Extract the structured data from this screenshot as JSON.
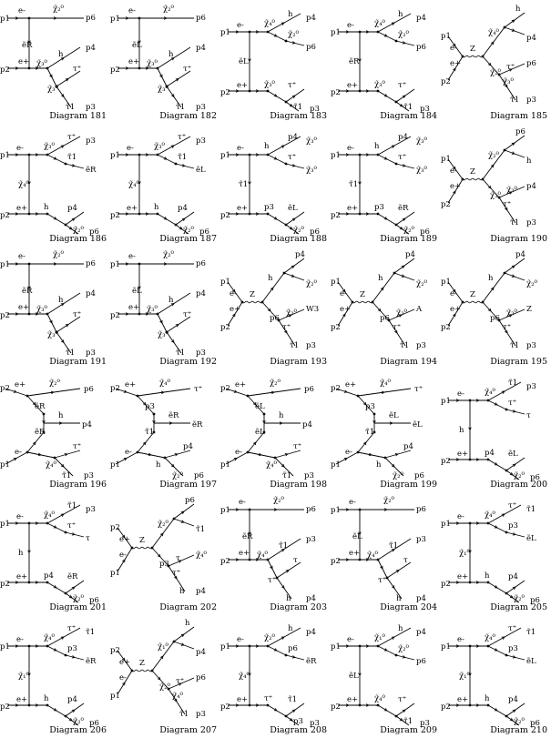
{
  "diagrams": [
    {
      "caption": "Diagram 181",
      "labels": [
        "p1",
        "p2",
        "e-",
        "e+",
        "χ̃₂⁰",
        "p6",
        "ẽR",
        "χ̃₃⁰",
        "h",
        "p4",
        "χ̃₃⁰",
        "τ⁺",
        "τ̃1",
        "p3"
      ]
    },
    {
      "caption": "Diagram 182",
      "labels": [
        "p1",
        "p2",
        "e-",
        "e+",
        "χ̃₂⁰",
        "p6",
        "ẽL",
        "χ̃₃⁰",
        "h",
        "p4",
        "χ̃₃⁰",
        "τ⁺",
        "τ̃1",
        "p3"
      ]
    },
    {
      "caption": "Diagram 183",
      "labels": [
        "p1",
        "p2",
        "e-",
        "e+",
        "χ̃₄⁰",
        "h",
        "p4",
        "χ̃₂⁰",
        "p6",
        "ẽL",
        "χ̃₃⁰",
        "τ⁺",
        "τ̃1",
        "p3"
      ]
    },
    {
      "caption": "Diagram 184",
      "labels": [
        "p1",
        "p2",
        "e-",
        "e+",
        "χ̃₄⁰",
        "h",
        "p4",
        "χ̃₂⁰",
        "p6",
        "ẽR",
        "χ̃₃⁰",
        "τ⁺",
        "τ̃1",
        "p3"
      ]
    },
    {
      "caption": "Diagram 185",
      "labels": [
        "p1",
        "p2",
        "e-",
        "e+",
        "Z",
        "χ̃₄⁰",
        "h",
        "p4",
        "χ̃₂⁰",
        "p6",
        "χ̃₃⁰",
        "τ⁺",
        "τ̃1",
        "p3"
      ]
    },
    {
      "caption": "Diagram 186",
      "labels": [
        "p1",
        "p2",
        "e-",
        "e+",
        "χ̃₃⁰",
        "τ⁺",
        "p3",
        "τ̃1",
        "ẽR",
        "χ̃₄⁰",
        "h",
        "p4",
        "χ̃₂⁰",
        "p6"
      ]
    },
    {
      "caption": "Diagram 187",
      "labels": [
        "p1",
        "p2",
        "e-",
        "e+",
        "χ̃₃⁰",
        "τ⁺",
        "p3",
        "τ̃1",
        "ẽL",
        "χ̃₄⁰",
        "h",
        "p4",
        "χ̃₂⁰",
        "p6"
      ]
    },
    {
      "caption": "Diagram 188",
      "labels": [
        "p1",
        "p2",
        "e-",
        "e+",
        "h",
        "p4",
        "χ̃₃⁰",
        "τ⁺",
        "χ̃₃⁰",
        "τ̃1",
        "p3",
        "ẽL",
        "χ̃₂⁰",
        "p6"
      ]
    },
    {
      "caption": "Diagram 189",
      "labels": [
        "p1",
        "p2",
        "e-",
        "e+",
        "h",
        "p4",
        "χ̃₃⁰",
        "τ⁺",
        "χ̃₃⁰",
        "τ̃1",
        "p3",
        "ẽR",
        "χ̃₂⁰",
        "p6"
      ]
    },
    {
      "caption": "Diagram 190",
      "labels": [
        "p1",
        "p2",
        "e-",
        "e+",
        "Z",
        "χ̃₂⁰",
        "p6",
        "h",
        "χ̃₃⁰",
        "p4",
        "τ⁺",
        "χ̃₃⁰",
        "τ̃1",
        "p3"
      ]
    },
    {
      "caption": "Diagram 191",
      "labels": [
        "p1",
        "p2",
        "e-",
        "e+",
        "χ̃₂⁰",
        "p6",
        "ẽR",
        "χ̃₃⁰",
        "h",
        "p4",
        "χ̃₃⁰",
        "τ⁺",
        "τ̃1",
        "p3"
      ]
    },
    {
      "caption": "Diagram 192",
      "labels": [
        "p1",
        "p2",
        "e-",
        "e+",
        "χ̃₂⁰",
        "p6",
        "ẽL",
        "χ̃₃⁰",
        "h",
        "p4",
        "χ̃₃⁰",
        "τ⁺",
        "τ̃1",
        "p3"
      ]
    },
    {
      "caption": "Diagram 193",
      "labels": [
        "p1",
        "p2",
        "e-",
        "e+",
        "Z",
        "h",
        "p4",
        "χ̃₂⁰",
        "p6",
        "W3",
        "τ⁺",
        "χ̃₃⁰",
        "τ̃1",
        "p3"
      ]
    },
    {
      "caption": "Diagram 194",
      "labels": [
        "p1",
        "p2",
        "e-",
        "e+",
        "Z",
        "h",
        "p4",
        "χ̃₂⁰",
        "p6",
        "A",
        "τ⁺",
        "χ̃₃⁰",
        "τ̃1",
        "p3"
      ]
    },
    {
      "caption": "Diagram 195",
      "labels": [
        "p1",
        "p2",
        "e-",
        "e+",
        "Z",
        "h",
        "p4",
        "χ̃₂⁰",
        "p6",
        "Z",
        "τ⁺",
        "χ̃₃⁰",
        "τ̃1",
        "p3"
      ]
    },
    {
      "caption": "Diagram 196",
      "labels": [
        "p2",
        "p1",
        "e+",
        "e-",
        "χ̃₂⁰",
        "p6",
        "ẽR",
        "ẽR",
        "h",
        "p4",
        "χ̃₄⁰",
        "τ⁺",
        "τ̃1",
        "p3"
      ]
    },
    {
      "caption": "Diagram 197",
      "labels": [
        "p2",
        "p1",
        "e+",
        "e-",
        "χ̃₄⁰",
        "τ⁺",
        "p3",
        "τ̃1",
        "ẽR",
        "ẽR",
        "h",
        "p4",
        "χ̃₂⁰",
        "p6"
      ]
    },
    {
      "caption": "Diagram 198",
      "labels": [
        "p2",
        "p1",
        "e+",
        "e-",
        "χ̃₂⁰",
        "p6",
        "ẽL",
        "ẽL",
        "h",
        "p4",
        "χ̃₄⁰",
        "τ⁺",
        "τ̃1",
        "p3"
      ]
    },
    {
      "caption": "Diagram 199",
      "labels": [
        "p2",
        "p1",
        "e+",
        "e-",
        "χ̃₄⁰",
        "τ⁺",
        "p3",
        "τ̃1",
        "ẽL",
        "ẽL",
        "h",
        "p4",
        "χ̃₂⁰",
        "p6"
      ]
    },
    {
      "caption": "Diagram 200",
      "labels": [
        "p1",
        "p2",
        "e-",
        "e+",
        "χ̃₄⁰",
        "τ̃1",
        "p3",
        "τ⁺",
        "τ",
        "h",
        "p4",
        "ẽL",
        "χ̃₂⁰",
        "p6"
      ]
    },
    {
      "caption": "Diagram 201",
      "labels": [
        "p1",
        "p2",
        "e-",
        "e+",
        "χ̃₄⁰",
        "τ̃1",
        "p3",
        "τ⁺",
        "τ",
        "h",
        "p4",
        "ẽR",
        "χ̃₂⁰",
        "p6"
      ]
    },
    {
      "caption": "Diagram 202",
      "labels": [
        "p2",
        "p1",
        "e+",
        "e-",
        "Z",
        "χ̃₂⁰",
        "p6",
        "τ̃1",
        "p3",
        "χ̃₄⁰",
        "τ⁺",
        "τ",
        "h",
        "p4"
      ]
    },
    {
      "caption": "Diagram 203",
      "labels": [
        "p1",
        "p2",
        "e-",
        "e+",
        "χ̃₂⁰",
        "p6",
        "ẽR",
        "χ̃₄⁰",
        "τ̃1",
        "p3",
        "τ⁺",
        "τ",
        "h",
        "p4"
      ]
    },
    {
      "caption": "Diagram 204",
      "labels": [
        "p1",
        "p2",
        "e-",
        "e+",
        "χ̃₂⁰",
        "p6",
        "ẽL",
        "χ̃₄⁰",
        "τ̃1",
        "p3",
        "τ⁺",
        "τ",
        "h",
        "p4"
      ]
    },
    {
      "caption": "Diagram 205",
      "labels": [
        "p1",
        "p2",
        "e-",
        "e+",
        "χ̃₄⁰",
        "τ⁺",
        "τ̃1",
        "p3",
        "ẽL",
        "χ̃₁⁰",
        "h",
        "p4",
        "χ̃₂⁰",
        "p6"
      ]
    },
    {
      "caption": "Diagram 206",
      "labels": [
        "p1",
        "p2",
        "e-",
        "e+",
        "χ̃₄⁰",
        "τ⁺",
        "τ̃1",
        "p3",
        "ẽR",
        "χ̃₁⁰",
        "h",
        "p4",
        "χ̃₂⁰",
        "p6"
      ]
    },
    {
      "caption": "Diagram 207",
      "labels": [
        "p2",
        "p1",
        "e+",
        "e-",
        "Z",
        "χ̃₁⁰",
        "h",
        "p4",
        "χ̃₂⁰",
        "p6",
        "χ̃₄⁰",
        "τ⁺",
        "τ̃1",
        "p3"
      ]
    },
    {
      "caption": "Diagram 208",
      "labels": [
        "p1",
        "p2",
        "e-",
        "e+",
        "χ̃₂⁰",
        "h",
        "p4",
        "p6",
        "ẽR",
        "χ̃₄⁰",
        "τ⁺",
        "τ̃1",
        "p3",
        "p3"
      ]
    },
    {
      "caption": "Diagram 209",
      "labels": [
        "p1",
        "p2",
        "e-",
        "e+",
        "χ̃₁⁰",
        "h",
        "p4",
        "χ̃₂⁰",
        "p6",
        "ẽL",
        "χ̃₄⁰",
        "τ⁺",
        "τ̃1",
        "p3"
      ]
    },
    {
      "caption": "Diagram 210",
      "labels": [
        "p1",
        "p2",
        "e-",
        "e+",
        "χ̃₄⁰",
        "τ⁺",
        "τ̃1",
        "p3",
        "ẽL",
        "χ̃₁⁰",
        "h",
        "p4",
        "χ̃₂⁰",
        "p6"
      ]
    }
  ]
}
